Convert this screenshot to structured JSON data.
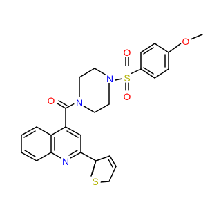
{
  "structure": {
    "atoms": [
      {
        "label": "O",
        "color": "#ff0000"
      },
      {
        "label": "O",
        "color": "#ff0000"
      },
      {
        "label": "S",
        "color": "#b2b200"
      },
      {
        "label": "O",
        "color": "#ff0000"
      },
      {
        "label": "N",
        "color": "#0000ff"
      },
      {
        "label": "N",
        "color": "#0000ff"
      },
      {
        "label": "O",
        "color": "#ff0000"
      },
      {
        "label": "N",
        "color": "#0000ff"
      },
      {
        "label": "S",
        "color": "#b2b200"
      }
    ],
    "bond_color": "#000000",
    "background": "#ffffff"
  }
}
